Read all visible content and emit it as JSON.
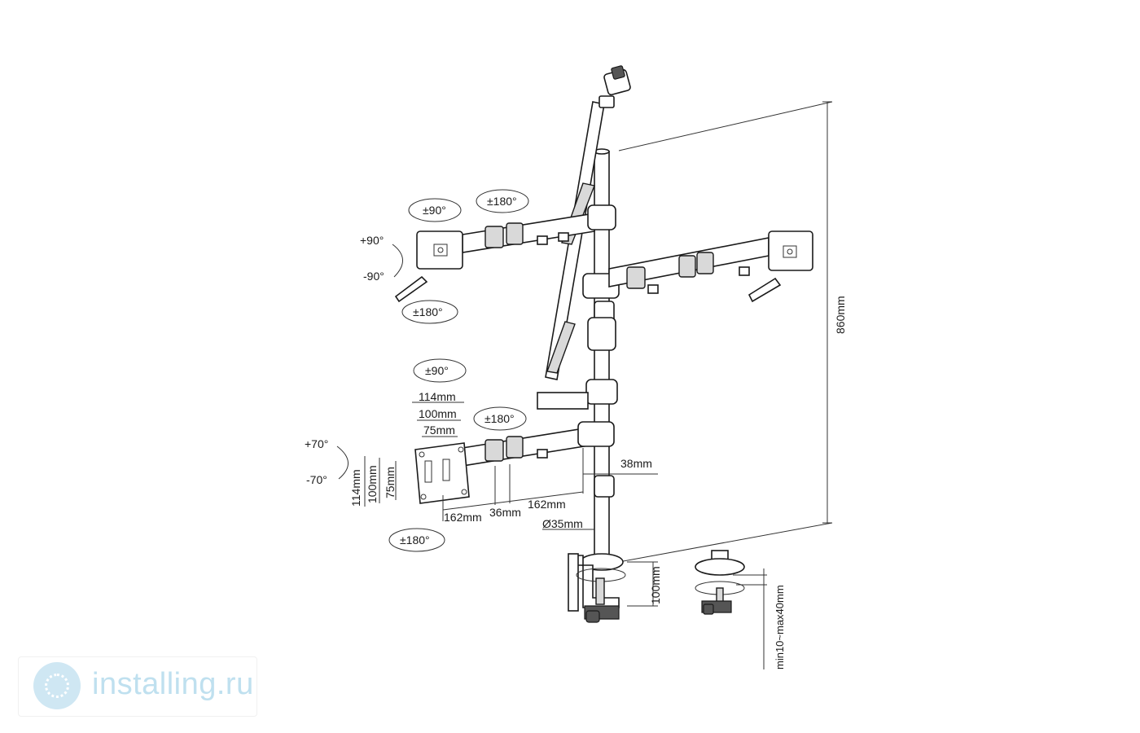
{
  "rotation_labels": {
    "top_left_swivel": "±90°",
    "top_left_arm": "±180°",
    "top_tilt_up": "+90°",
    "top_tilt_down": "-90°",
    "top_left_bottom": "±180°",
    "bottom_swivel": "±90°",
    "bottom_arm": "±180°",
    "bottom_tilt_up": "+70°",
    "bottom_tilt_down": "-70°",
    "bottom_rotate": "±180°"
  },
  "dimensions": {
    "vesa_114_h": "114mm",
    "vesa_100_h": "100mm",
    "vesa_75_h": "75mm",
    "vesa_114_v": "114mm",
    "vesa_100_v": "100mm",
    "vesa_75_v": "75mm",
    "arm_162_a": "162mm",
    "arm_36": "36mm",
    "arm_162_b": "162mm",
    "offset_38": "38mm",
    "pole_diameter": "Ø35mm",
    "pole_height": "860mm",
    "clamp_height": "100mm",
    "desk_thickness": "min10~max40mm"
  },
  "watermark": {
    "text": "installing.ru"
  }
}
